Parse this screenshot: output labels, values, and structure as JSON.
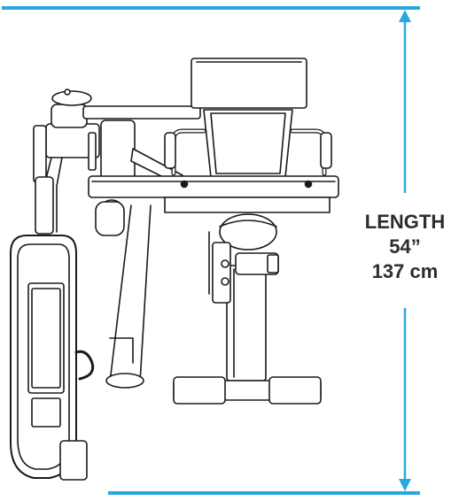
{
  "dimension": {
    "label": "LENGTH",
    "imperial": "54”",
    "metric": "137 cm"
  },
  "colors": {
    "dimension_line": "#29a8e0",
    "drawing_line": "#1a1a1a",
    "label_text": "#2d2d2d"
  },
  "icons": {
    "arrow_up": "arrow-up-icon",
    "arrow_down": "arrow-down-icon"
  }
}
